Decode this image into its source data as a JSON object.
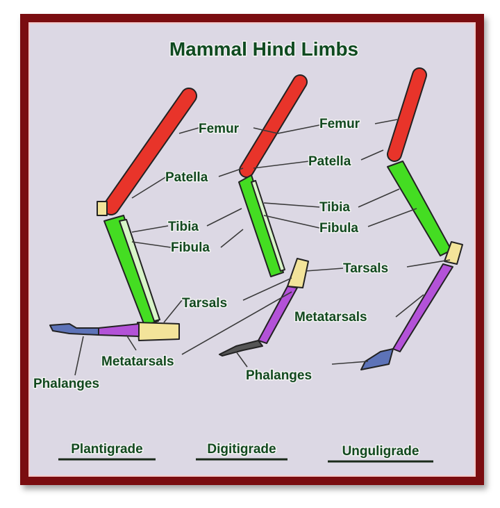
{
  "title": "Mammal Hind Limbs",
  "colors": {
    "femur": "#e8342a",
    "tibia": "#44dd22",
    "tarsals": "#f3e49a",
    "metatarsals": "#b352d8",
    "phalanges": "#5d73b8",
    "frame": "#7a0d10",
    "background": "#dcd8e4",
    "text": "#12491f"
  },
  "labels": {
    "femur_1": "Femur",
    "femur_2": "Femur",
    "patella_1": "Patella",
    "patella_2": "Patella",
    "tibia_1": "Tibia",
    "tibia_2": "Tibia",
    "fibula_1": "Fibula",
    "fibula_2": "Fibula",
    "tarsals_1": "Tarsals",
    "tarsals_2": "Tarsals",
    "metatarsals_1": "Metatarsals",
    "metatarsals_2": "Metatarsals",
    "phalanges_1": "Phalanges",
    "phalanges_2": "Phalanges"
  },
  "types": [
    "Plantigrade",
    "Digitigrade",
    "Unguligrade"
  ]
}
